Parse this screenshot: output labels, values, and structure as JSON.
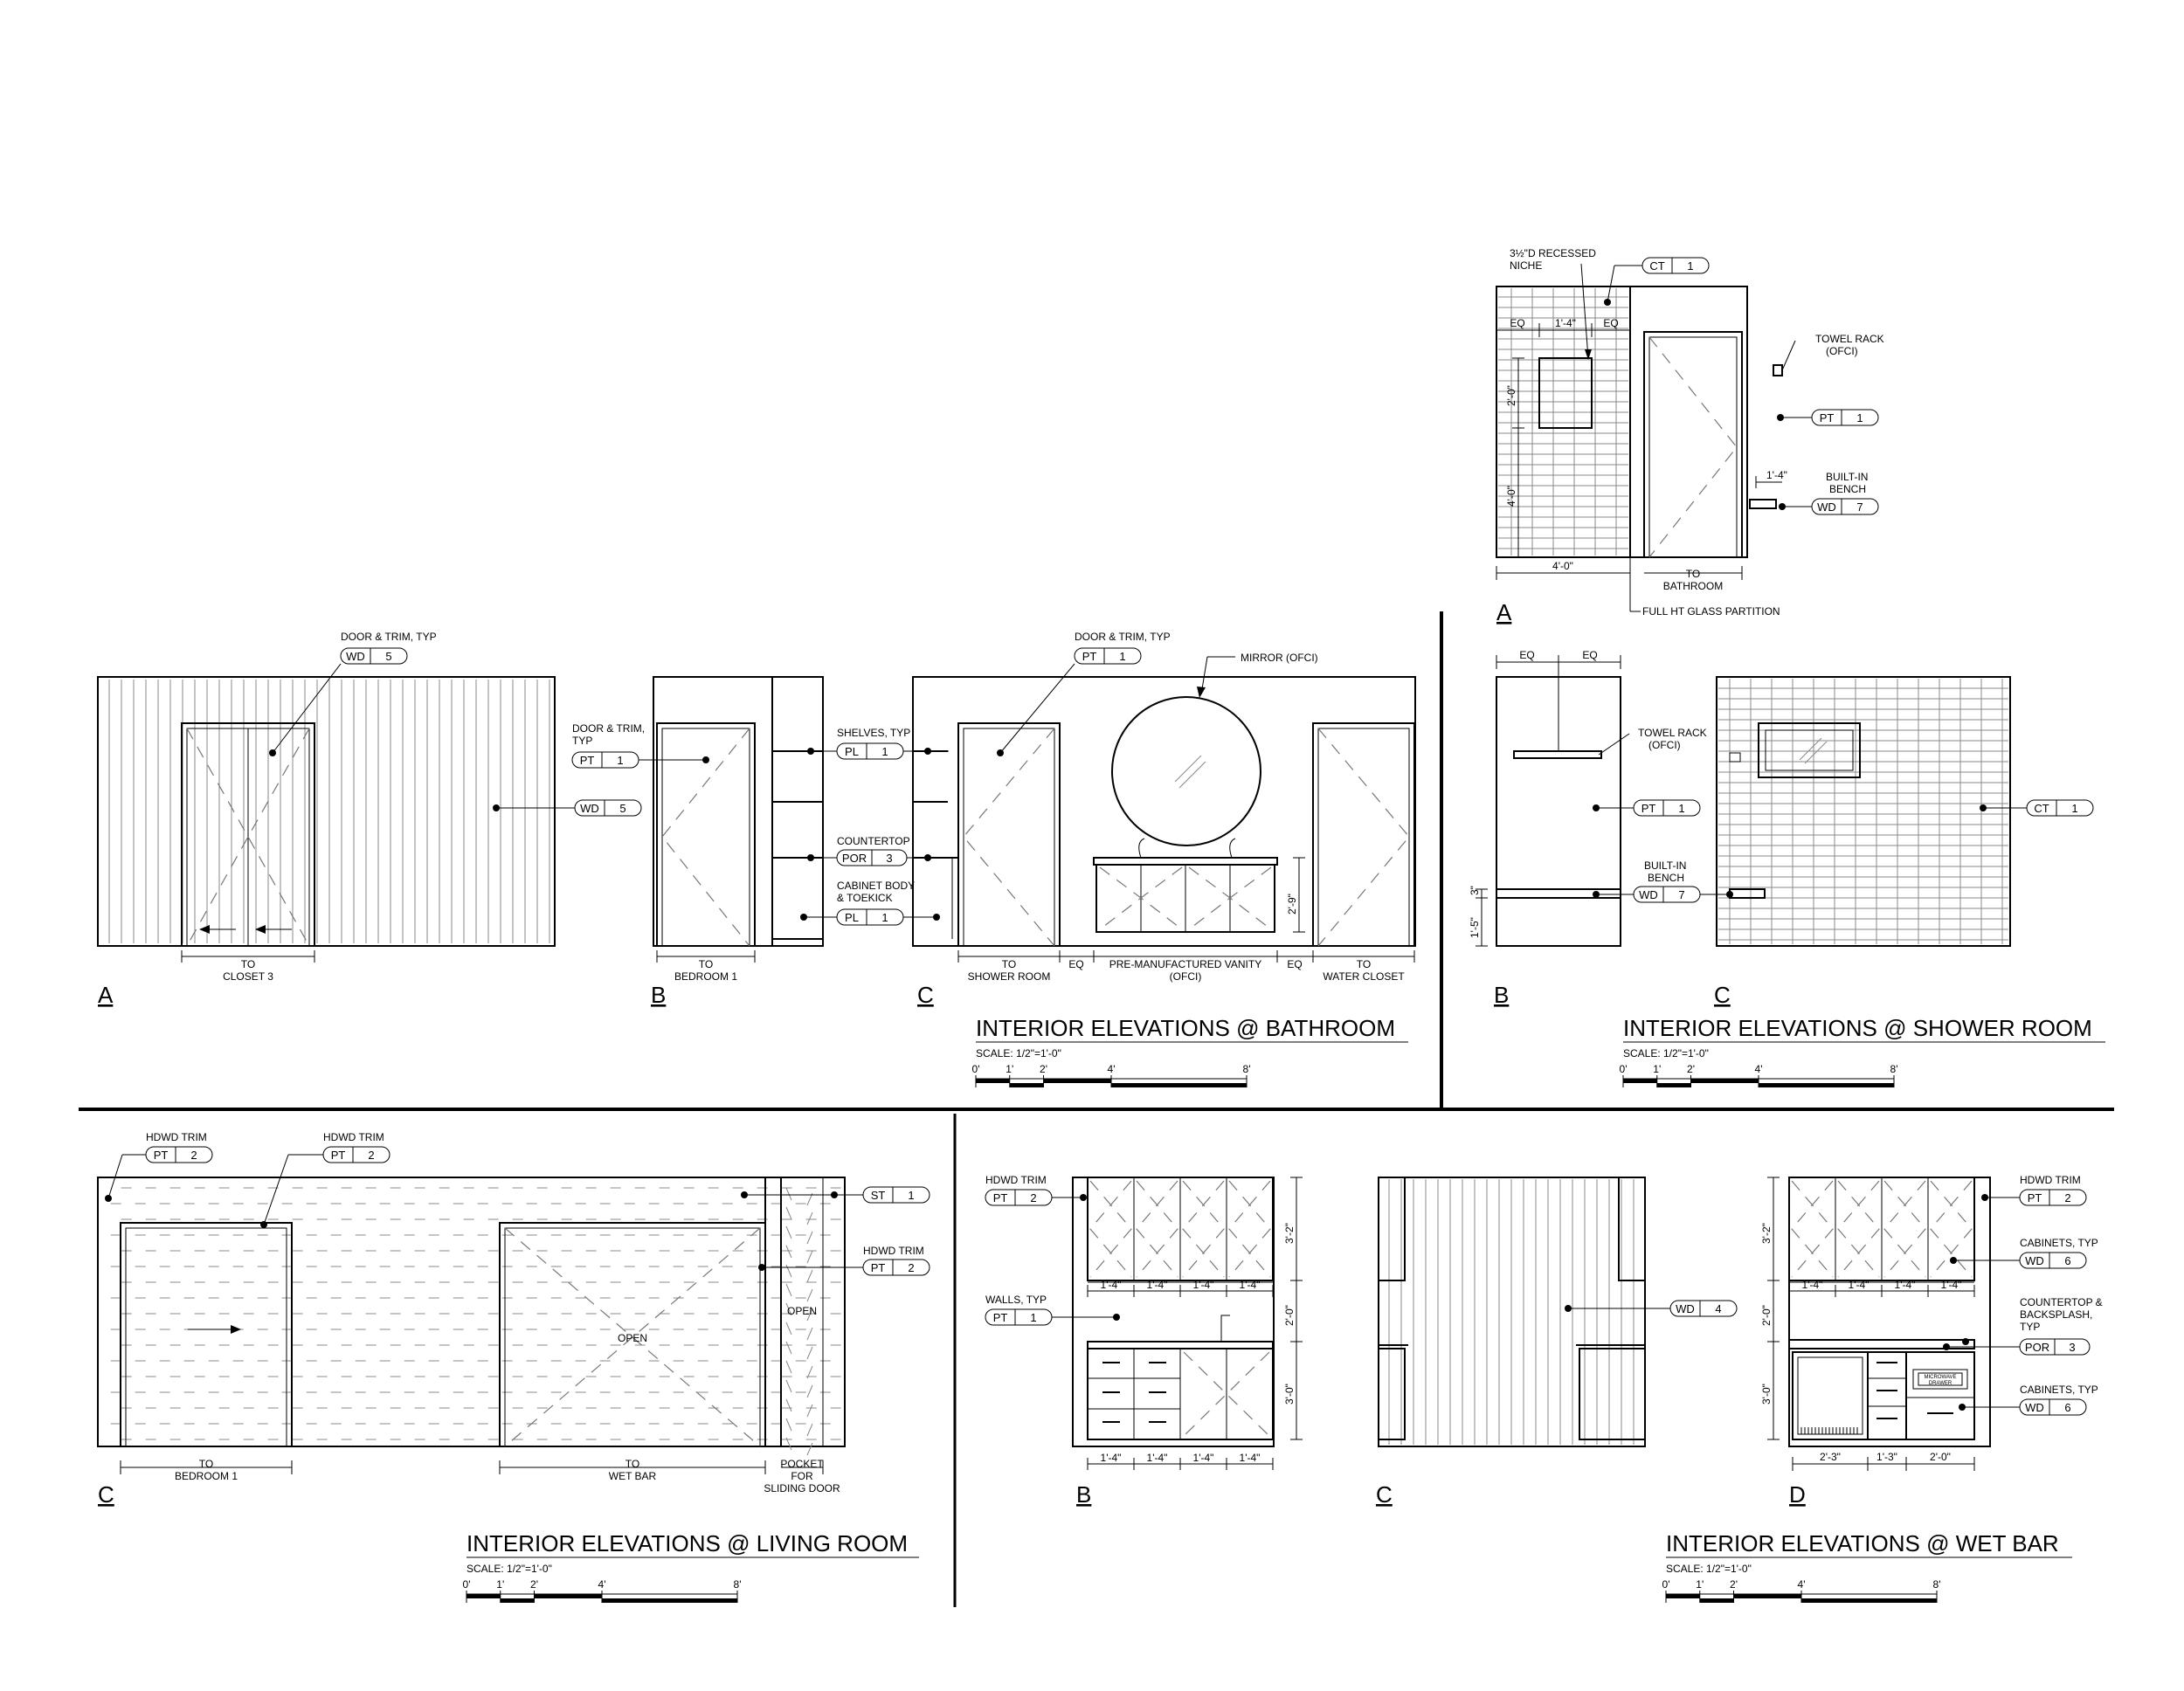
{
  "panels": {
    "bathroom": {
      "title": "INTERIOR ELEVATIONS @ BATHROOM",
      "scale": "SCALE: 1/2\"=1'-0\"",
      "views": [
        "A",
        "B",
        "C"
      ],
      "notes": {
        "door_trim_typ": "DOOR & TRIM, TYP",
        "door_trim_b1": "DOOR & TRIM,",
        "door_trim_b2": "TYP",
        "shelves": "SHELVES, TYP",
        "countertop": "COUNTERTOP",
        "cab1": "CABINET BODY",
        "cab2": "& TOEKICK",
        "door_trim_c": "DOOR & TRIM, TYP",
        "mirror": "MIRROR (OFCI)",
        "to": "TO",
        "closet": "CLOSET 3",
        "bedroom": "BEDROOM 1",
        "shower": "SHOWER ROOM",
        "vanity1": "PRE-MANUFACTURED VANITY",
        "vanity2": "(OFCI)",
        "wc": "WATER CLOSET",
        "eq": "EQ",
        "dim_29": "2'-9\""
      },
      "tags": {
        "wd5a": [
          "WD",
          "5"
        ],
        "wd5b": [
          "WD",
          "5"
        ],
        "pt1": [
          "PT",
          "1"
        ],
        "pl1a": [
          "PL",
          "1"
        ],
        "por3": [
          "POR",
          "3"
        ],
        "pl1b": [
          "PL",
          "1"
        ],
        "pt1c": [
          "PT",
          "1"
        ]
      }
    },
    "shower": {
      "title": "INTERIOR ELEVATIONS @ SHOWER ROOM",
      "scale": "SCALE: 1/2\"=1'-0\"",
      "views": [
        "A",
        "B",
        "C"
      ],
      "notes": {
        "niche1": "3½\"D RECESSED",
        "niche2": "NICHE",
        "towel1": "TOWEL RACK",
        "towel2": "(OFCI)",
        "bench1": "BUILT-IN",
        "bench2": "BENCH",
        "to": "TO",
        "bathroom": "BATHROOM",
        "glass": "FULL HT GLASS PARTITION",
        "eq": "EQ",
        "d14": "1'-4\"",
        "d20": "2'-0\"",
        "d40": "4'-0\"",
        "d15": "1'-5\"",
        "d3": "3\""
      },
      "tags": {
        "ct1a": [
          "CT",
          "1"
        ],
        "pt1a": [
          "PT",
          "1"
        ],
        "wd7a": [
          "WD",
          "7"
        ],
        "pt1b": [
          "PT",
          "1"
        ],
        "wd7b": [
          "WD",
          "7"
        ],
        "ct1b": [
          "CT",
          "1"
        ]
      }
    },
    "living": {
      "title": "INTERIOR ELEVATIONS @ LIVING ROOM",
      "scale": "SCALE: 1/2\"=1'-0\"",
      "views": [
        "C"
      ],
      "notes": {
        "hdwd": "HDWD TRIM",
        "open": "OPEN",
        "to": "TO",
        "bedroom": "BEDROOM 1",
        "wetbar": "WET BAR",
        "pocket1": "POCKET",
        "pocket2": "FOR",
        "pocket3": "SLIDING DOOR"
      },
      "tags": {
        "pt2a": [
          "PT",
          "2"
        ],
        "pt2b": [
          "PT",
          "2"
        ],
        "st1": [
          "ST",
          "1"
        ],
        "pt2c": [
          "PT",
          "2"
        ]
      }
    },
    "wetbar": {
      "title": "INTERIOR ELEVATIONS @ WET BAR",
      "scale": "SCALE: 1/2\"=1'-0\"",
      "views": [
        "B",
        "C",
        "D"
      ],
      "notes": {
        "hdwd": "HDWD TRIM",
        "walls": "WALLS, TYP",
        "cabinets": "CABINETS, TYP",
        "ctr1": "COUNTERTOP &",
        "ctr2": "BACKSPLASH,",
        "ctr3": "TYP",
        "micro1": "MICROWAVE",
        "micro2": "DRAWER",
        "d14": "1'-4\"",
        "d32": "3'-2\"",
        "d20": "2'-0\"",
        "d30": "3'-0\"",
        "d23": "2'-3\"",
        "d13": "1'-3\""
      },
      "tags": {
        "pt2a": [
          "PT",
          "2"
        ],
        "pt1": [
          "PT",
          "1"
        ],
        "wd4": [
          "WD",
          "4"
        ],
        "pt2d": [
          "PT",
          "2"
        ],
        "wd6a": [
          "WD",
          "6"
        ],
        "por3": [
          "POR",
          "3"
        ],
        "wd6b": [
          "WD",
          "6"
        ]
      }
    }
  },
  "scale_bar": [
    "0'",
    "1'",
    "2'",
    "4'",
    "8'"
  ]
}
